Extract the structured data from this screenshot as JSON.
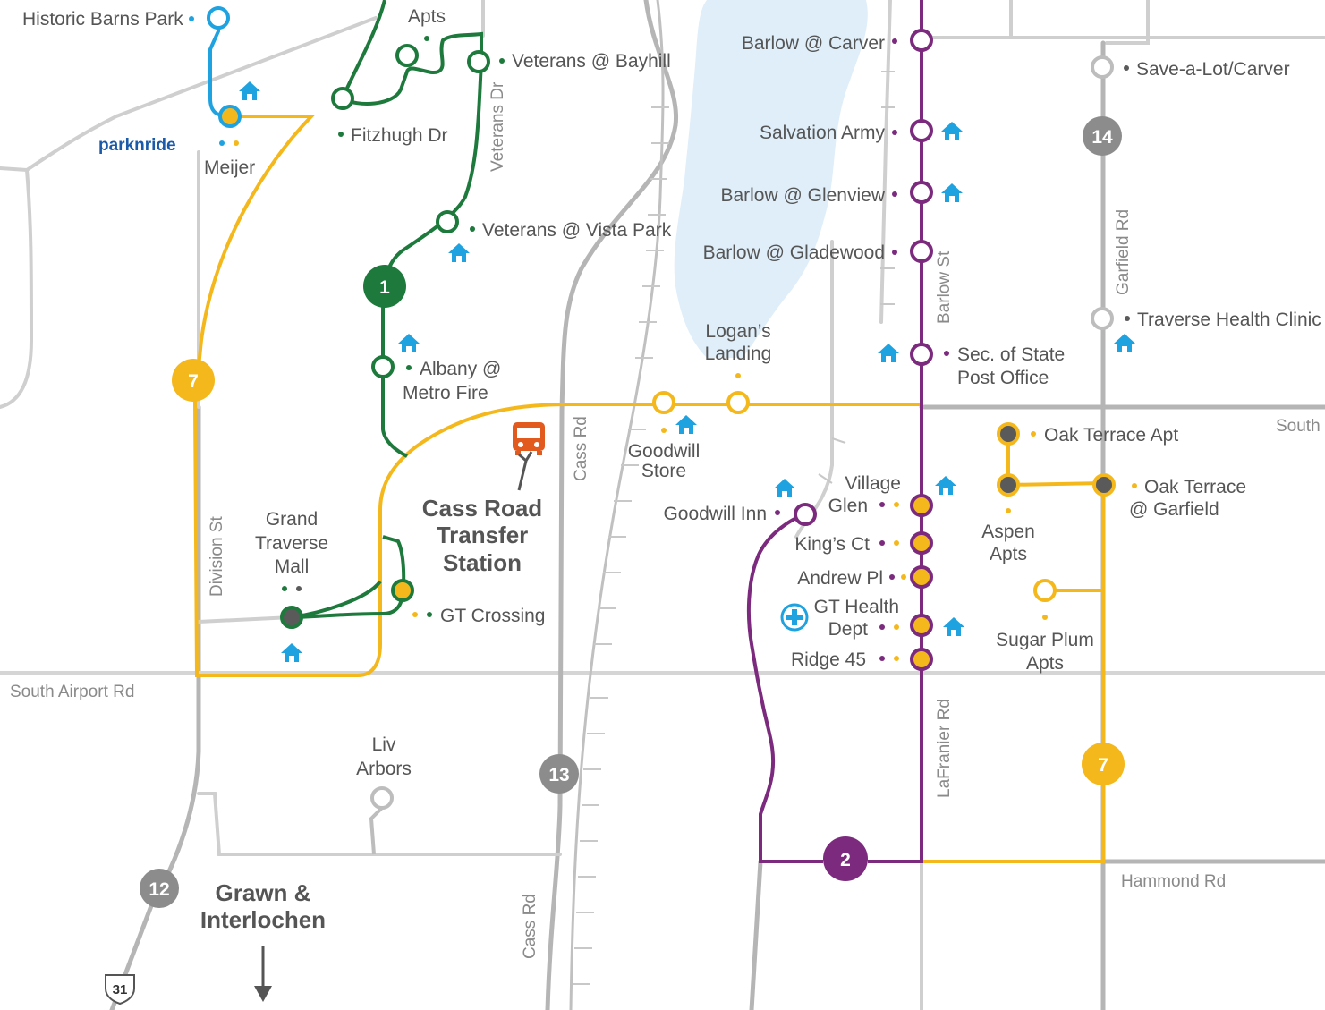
{
  "colors": {
    "route_1": "#1e7a3c",
    "route_2": "#7b2a7e",
    "route_7": "#f5b81c",
    "route_blue": "#1fa2e0",
    "road": "#c8c8c8",
    "water": "#dfeef9",
    "stop_dark": "#5a5a5a",
    "transfer_icon": "#e35a1e"
  },
  "road_labels": {
    "veterans_dr": "Veterans Dr",
    "cass_rd_upper": "Cass Rd",
    "cass_rd_lower": "Cass Rd",
    "barlow_st": "Barlow St",
    "garfield_rd": "Garfield Rd",
    "division_st": "Division St",
    "south_airport_rd": "South Airport Rd",
    "south": "South",
    "lafranier_rd": "LaFranier Rd",
    "hammond_rd": "Hammond Rd"
  },
  "route_badges": {
    "route_1": "1",
    "route_2": "2",
    "route_7_west": "7",
    "route_7_east": "7",
    "route_12": "12",
    "route_13": "13",
    "route_14": "14",
    "us_31": "31"
  },
  "stops": {
    "historic_barns_park": "Historic Barns Park",
    "apts": "Apts",
    "veterans_bayhill": "Veterans @ Bayhill",
    "fitzhugh_dr": "Fitzhugh Dr",
    "meijer": "Meijer",
    "veterans_vista_park": "Veterans @ Vista Park",
    "albany_line1": "Albany @",
    "albany_line2": "Metro Fire",
    "grand_traverse_line1": "Grand",
    "grand_traverse_line2": "Traverse",
    "grand_traverse_line3": "Mall",
    "gt_crossing": "GT Crossing",
    "liv_arbors_line1": "Liv",
    "liv_arbors_line2": "Arbors",
    "goodwill_store_line1": "Goodwill",
    "goodwill_store_line2": "Store",
    "logans_landing_line1": "Logan’s",
    "logans_landing_line2": "Landing",
    "barlow_carver": "Barlow @ Carver",
    "salvation_army": "Salvation Army",
    "barlow_glenview": "Barlow @ Glenview",
    "barlow_gladewood": "Barlow @ Gladewood",
    "sec_of_state_line1": "Sec. of State",
    "sec_of_state_line2": "Post Office",
    "goodwill_inn": "Goodwill Inn",
    "village_glen_line1": "Village",
    "village_glen_line2": "Glen",
    "kings_ct": "King’s Ct",
    "andrew_pl": "Andrew Pl",
    "gt_health_line1": "GT Health",
    "gt_health_line2": "Dept",
    "ridge_45": "Ridge 45",
    "save_a_lot": "Save-a-Lot/Carver",
    "traverse_health_clinic": "Traverse Health Clinic",
    "oak_terrace_apt": "Oak Terrace Apt",
    "aspen_line1": "Aspen",
    "aspen_line2": "Apts",
    "oak_terrace_garfield_line1": "Oak Terrace",
    "oak_terrace_garfield_line2": "@ Garfield",
    "sugar_plum_line1": "Sugar Plum",
    "sugar_plum_line2": "Apts"
  },
  "landmarks": {
    "transfer_line1": "Cass Road",
    "transfer_line2": "Transfer",
    "transfer_line3": "Station",
    "grawn_line1": "Grawn &",
    "grawn_line2": "Interlochen",
    "park_n_ride": "parknride"
  },
  "icons": {
    "housing": "house-icon",
    "health": "medical-cross-icon",
    "transfer": "bus-icon",
    "park_and_ride": "park-and-ride-logo"
  }
}
